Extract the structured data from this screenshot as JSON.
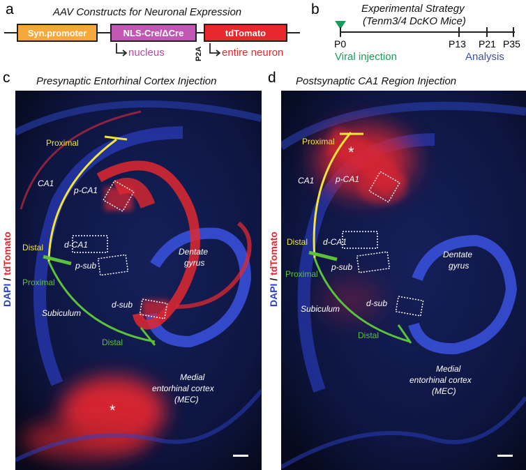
{
  "panel_a": {
    "letter": "a",
    "title": "AAV Constructs for Neuronal Expression",
    "promoter": "Syn.promoter",
    "cre": "NLS-Cre/ΔCre",
    "p2a": "P2A",
    "reporter": "tdTomato",
    "nucleus_label": "nucleus",
    "neuron_label": "entire neuron",
    "colors": {
      "promoter": "#f6a83a",
      "cre": "#c058b4",
      "reporter": "#e8282c",
      "nucleus_text": "#b24aa6",
      "neuron_text": "#e0282a"
    }
  },
  "panel_b": {
    "letter": "b",
    "title_line1": "Experimental Strategy",
    "title_line2": "(Tenm3/4 DcKO Mice)",
    "timepoints": [
      "P0",
      "P13",
      "P21",
      "P35"
    ],
    "injection_label": "Viral injection",
    "analysis_label": "Analysis",
    "colors": {
      "injection": "#1a9a5a",
      "analysis": "#3a4fb0"
    }
  },
  "panel_c": {
    "letter": "c",
    "title": "Presynaptic Entorhinal Cortex Injection",
    "labels": {
      "proximal_ca1": "Proximal",
      "ca1": "CA1",
      "distal_ca1": "Distal",
      "proximal_sub": "Proximal",
      "subiculum": "Subiculum",
      "distal_sub": "Distal",
      "p_ca1": "p-CA1",
      "d_ca1": "d-CA1",
      "p_sub": "p-sub",
      "d_sub": "d-sub",
      "dg_line1": "Dentate",
      "dg_line2": "gyrus",
      "mec_line1": "Medial",
      "mec_line2": "entorhinal cortex",
      "mec_line3": "(MEC)",
      "star": "*"
    }
  },
  "panel_d": {
    "letter": "d",
    "title": "Postsynaptic CA1 Region Injection",
    "labels": {
      "proximal_ca1": "Proximal",
      "ca1": "CA1",
      "distal_ca1": "Distal",
      "proximal_sub": "Proximal",
      "subiculum": "Subiculum",
      "distal_sub": "Distal",
      "p_ca1": "p-CA1",
      "d_ca1": "d-CA1",
      "p_sub": "p-sub",
      "d_sub": "d-sub",
      "dg_line1": "Dentate",
      "dg_line2": "gyrus",
      "mec_line1": "Medial",
      "mec_line2": "entorhinal cortex",
      "mec_line3": "(MEC)",
      "star": "*"
    }
  },
  "stain_label": {
    "dapi": "DAPI",
    "slash": " / ",
    "tdtomato": "tdTomato"
  },
  "colors": {
    "dapi": "#2c3fc8",
    "tdtomato": "#e02830",
    "ca1_line": "#f2e63a",
    "sub_line": "#5cc23a"
  }
}
